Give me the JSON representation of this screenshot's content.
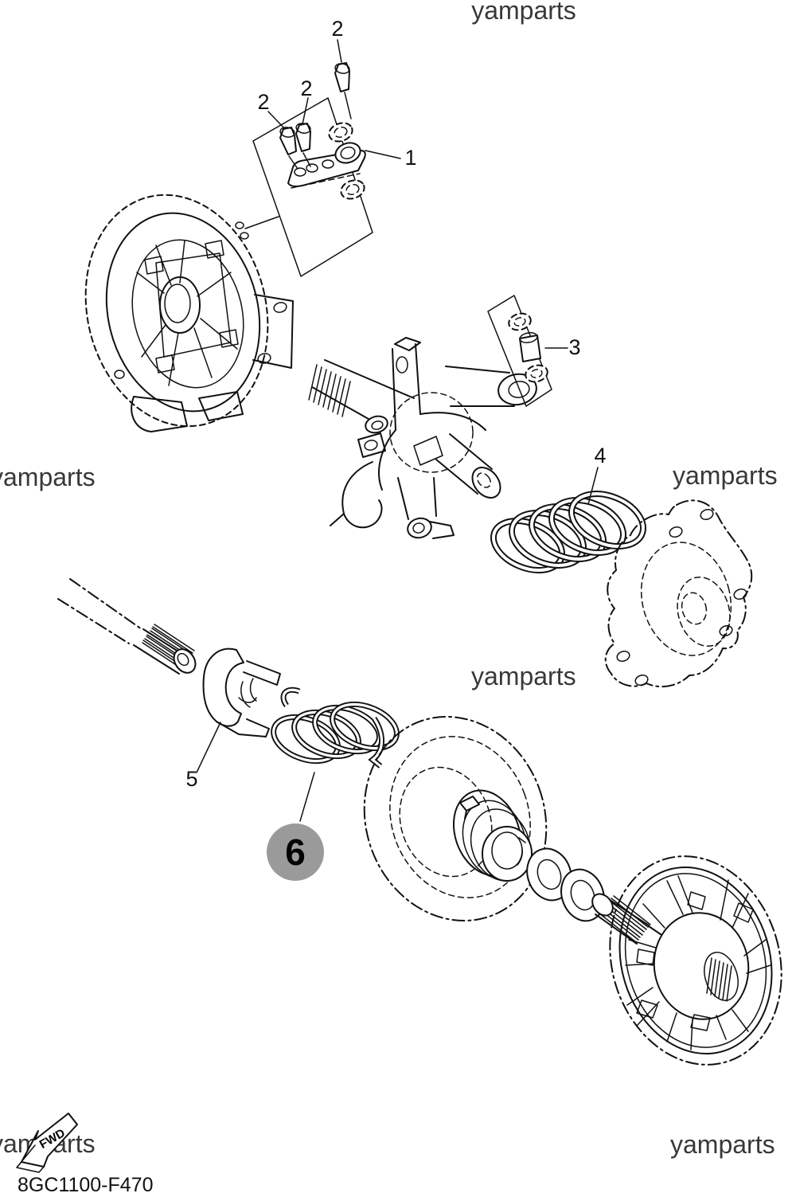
{
  "page": {
    "part_code": "8GC1100-F470"
  },
  "watermark": {
    "text": "yamparts"
  },
  "fwd_badge": {
    "label": "FWD"
  },
  "callouts": {
    "part1": "1",
    "part2": "2",
    "part3": "3",
    "part4": "4",
    "part5": "5",
    "part6": "6"
  },
  "colors": {
    "line": "#111111",
    "watermark": "#383838",
    "badge_fill": "#9a9a9a",
    "badge_text": "#000000",
    "background": "#ffffff"
  }
}
